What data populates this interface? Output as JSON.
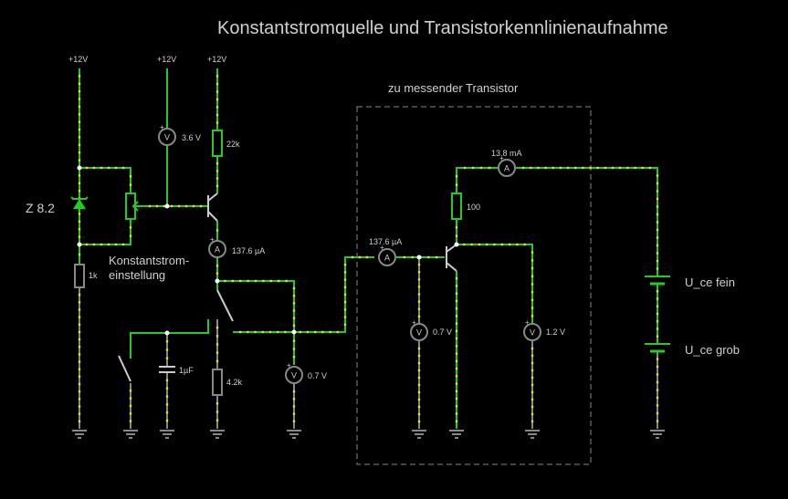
{
  "title": "Konstantstromquelle und Transistorkennlinienaufnahme",
  "group_label": "zu messender Transistor",
  "supply": {
    "left": "+12V",
    "mid": "+12V",
    "right": "+12V"
  },
  "labels": {
    "zener": "Z 8.2",
    "constant_current": "Konstantstrom-\neinstellung",
    "uce_fine": "U_ce fein",
    "uce_coarse": "U_ce grob"
  },
  "components": {
    "r_22k": "22k",
    "r_1k": "1k",
    "r_4k2": "4.2k",
    "r_100": "100",
    "c_1uf": "1µF"
  },
  "meters": {
    "v_top": "3.6 V",
    "a_collector": "137.6 µA",
    "v_mid": "0.7 V",
    "a_base": "137.6 µA",
    "v_base": "0.7 V",
    "a_collector_dut": "13.8 mA",
    "v_ce": "1.2 V"
  },
  "meter_glyphs": {
    "voltmeter": "V",
    "ammeter": "A"
  },
  "colors": {
    "background": "#000000",
    "wire_active": "#22cc22",
    "wire_idle": "#888888",
    "current_dot": "#e8e800",
    "text": "#d0d0d0"
  }
}
